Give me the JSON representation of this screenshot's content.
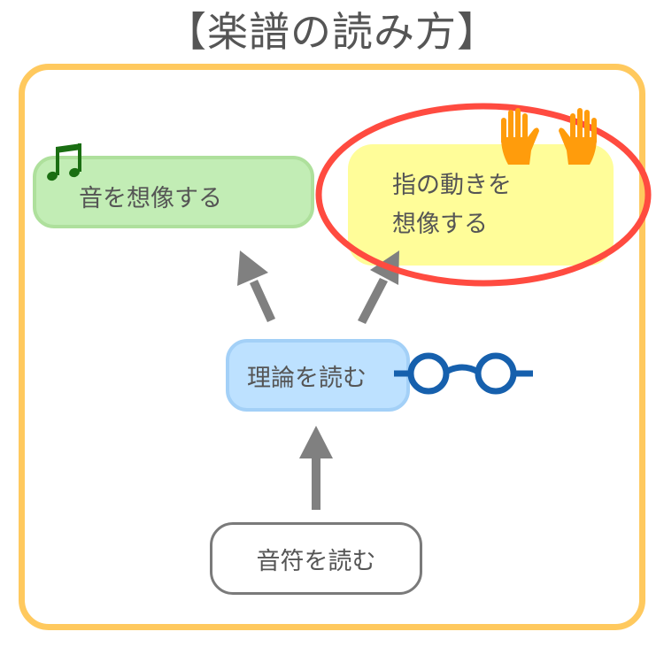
{
  "title": "【楽譜の読み方】",
  "nodes": {
    "imagine_sound": "音を想像する",
    "imagine_finger_line1": "指の動きを",
    "imagine_finger_line2": "想像する",
    "read_theory": "理論を読む",
    "read_notes": "音符を読む"
  },
  "icons": {
    "music_note": "music-note-icon",
    "hands": "raised-hands-icon",
    "glasses": "glasses-icon"
  },
  "colors": {
    "frame": "#ffc95e",
    "sound_box": "#c2edb5",
    "finger_box": "#fffd99",
    "theory_box": "#bde1ff",
    "highlight_ellipse": "#ff4b40",
    "arrow": "#808080",
    "note_icon": "#1a6e12",
    "hand_icon": "#ff9c0c",
    "glasses_icon": "#1660ad"
  },
  "arrows": [
    {
      "from": "read_notes",
      "to": "read_theory"
    },
    {
      "from": "read_theory",
      "to": "imagine_sound"
    },
    {
      "from": "read_theory",
      "to": "imagine_finger"
    }
  ],
  "highlight": "imagine_finger"
}
